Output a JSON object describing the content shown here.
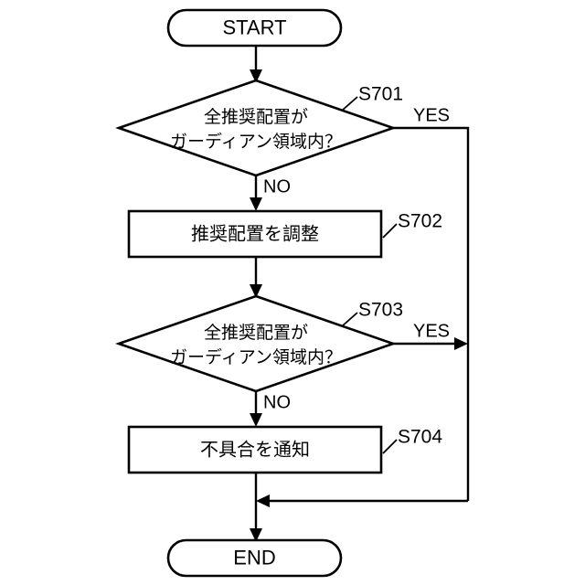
{
  "diagram": {
    "type": "flowchart",
    "orientation": "vertical",
    "background_color": "#ffffff",
    "line_color": "#000000",
    "nodes": {
      "start": {
        "shape": "terminator",
        "label": "START"
      },
      "decision_1": {
        "shape": "diamond",
        "step_id": "S701",
        "line1": "全推奨配置が",
        "line2": "ガーディアン領域内？",
        "yes_label": "YES",
        "no_label": "NO"
      },
      "process_1": {
        "shape": "rectangle",
        "step_id": "S702",
        "label": "推奨配置を調整"
      },
      "decision_2": {
        "shape": "diamond",
        "step_id": "S703",
        "line1": "全推奨配置が",
        "line2": "ガーディアン領域内？",
        "yes_label": "YES",
        "no_label": "NO"
      },
      "process_2": {
        "shape": "rectangle",
        "step_id": "S704",
        "label": "不具合を通知"
      },
      "end": {
        "shape": "terminator",
        "label": "END"
      }
    }
  }
}
